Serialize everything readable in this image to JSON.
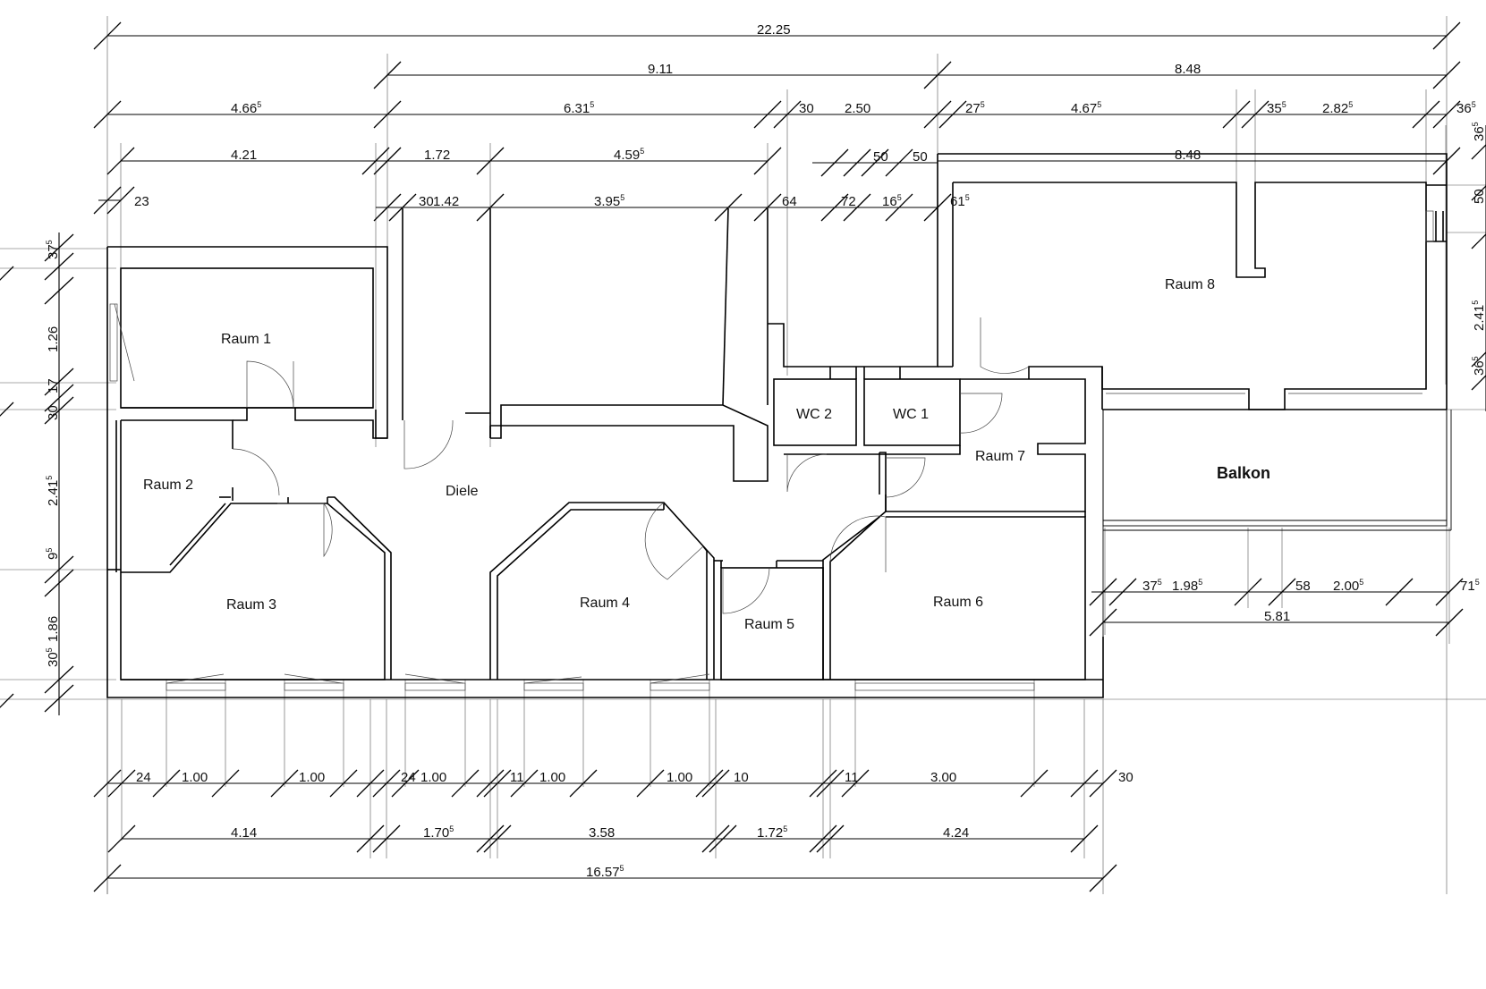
{
  "rooms": {
    "raum1": "Raum 1",
    "raum2": "Raum 2",
    "raum3": "Raum 3",
    "raum4": "Raum 4",
    "raum5": "Raum 5",
    "raum6": "Raum 6",
    "raum7": "Raum 7",
    "raum8": "Raum 8",
    "wc1": "WC 1",
    "wc2": "WC 2",
    "diele": "Diele",
    "balkon": "Balkon"
  },
  "dimensions": {
    "top": {
      "overall": "22.25",
      "left_block": "9.11",
      "right_block": "8.48",
      "r3": {
        "a": "4.66",
        "a_sup": "5",
        "b": "6.31",
        "b_sup": "5",
        "c": "30",
        "d": "2.50",
        "e": "27",
        "e_sup": "5",
        "f": "4.67",
        "f_sup": "5",
        "g": "35",
        "g_sup": "5",
        "h": "2.82",
        "h_sup": "5",
        "i": "36",
        "i_sup": "5"
      },
      "r4": {
        "a": "4.21",
        "b": "1.72",
        "c": "4.59",
        "c_sup": "5",
        "d": "50",
        "e": "50",
        "f": "8.48"
      },
      "r5": {
        "a": "23",
        "b": "30",
        "c": "1.42",
        "d": "3.95",
        "d_sup": "5",
        "e": "64",
        "f": "72",
        "g": "16",
        "g_sup": "5",
        "h": "61",
        "h_sup": "5"
      }
    },
    "left": {
      "a": "37",
      "a_sup": "5",
      "b": "1.26",
      "c": "17",
      "d": "30",
      "e": "2.41",
      "e_sup": "5",
      "f": "9",
      "f_sup": "5",
      "g": "1.86",
      "h": "30",
      "h_sup": "5"
    },
    "right": {
      "a": "36",
      "a_sup": "5",
      "b": "50",
      "c": "2.41",
      "c_sup": "5",
      "d": "36",
      "d_sup": "5"
    },
    "balkon": {
      "a": "37",
      "a_sup": "5",
      "b": "1.98",
      "b_sup": "5",
      "c": "58",
      "d": "2.00",
      "d_sup": "5",
      "e": "71",
      "e_sup": "5",
      "total": "5.81"
    },
    "bottom": {
      "r1": {
        "a": "24",
        "b": "1.00",
        "c": "1.00",
        "d": "24",
        "e": "1.00",
        "f": "11",
        "g": "1.00",
        "h": "1.00",
        "i": "10",
        "j": "11",
        "k": "3.00",
        "l": "30"
      },
      "r2": {
        "a": "4.14",
        "b": "1.70",
        "b_sup": "5",
        "c": "3.58",
        "d": "1.72",
        "d_sup": "5",
        "e": "4.24"
      },
      "overall": "16.57",
      "overall_sup": "5"
    }
  },
  "colors": {
    "line": "#000000",
    "background": "#ffffff"
  }
}
